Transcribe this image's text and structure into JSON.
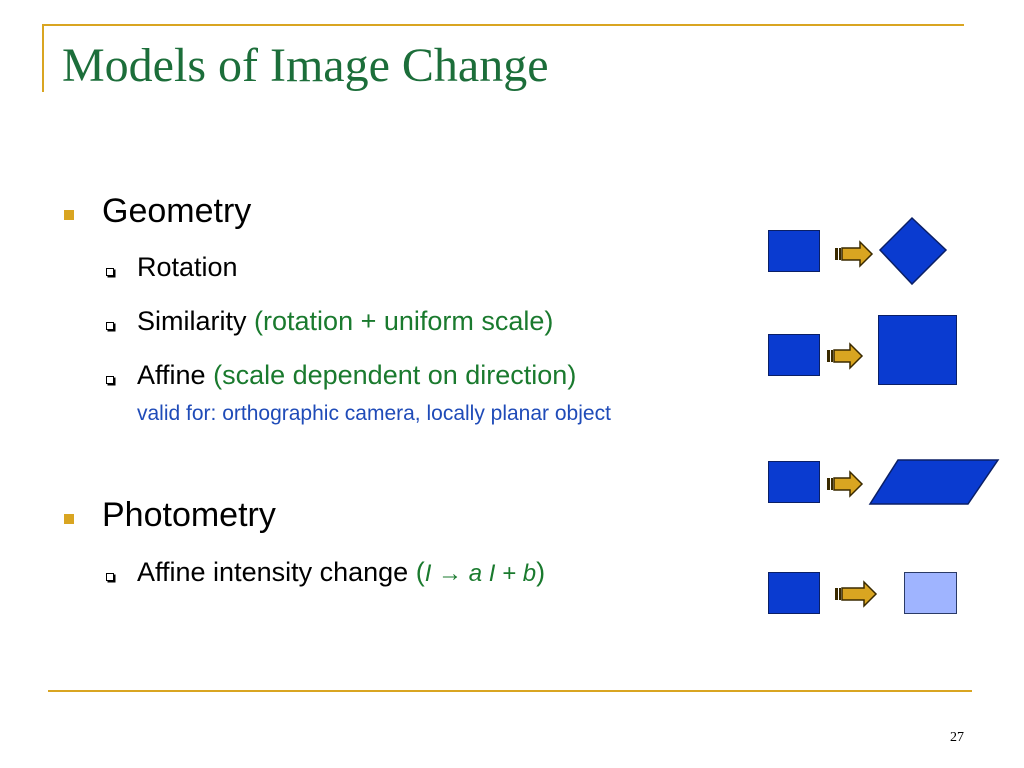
{
  "slide": {
    "title": "Models of Image Change",
    "page_number": "27"
  },
  "bullets": {
    "geometry": {
      "label": "Geometry",
      "items": [
        {
          "label": "Rotation",
          "note": ""
        },
        {
          "label": "Similarity",
          "note": "(rotation + uniform scale)"
        },
        {
          "label": "Affine",
          "note": "(scale dependent on direction)",
          "sub": "valid for: orthographic camera, locally planar object"
        }
      ]
    },
    "photometry": {
      "label": "Photometry",
      "items": [
        {
          "label": "Affine intensity change",
          "open": " (",
          "formula": "I → a I + b",
          "close": ")"
        }
      ]
    }
  },
  "colors": {
    "title": "#1c6e3a",
    "accent": "#d9a521",
    "shape_blue": "#0a3bd0",
    "shape_light": "#9fb4ff",
    "note_green": "#1a7a2e",
    "sub_blue": "#1f4bb8"
  },
  "figures": [
    "rotation-figure",
    "similarity-figure",
    "affine-figure",
    "photometric-figure"
  ]
}
